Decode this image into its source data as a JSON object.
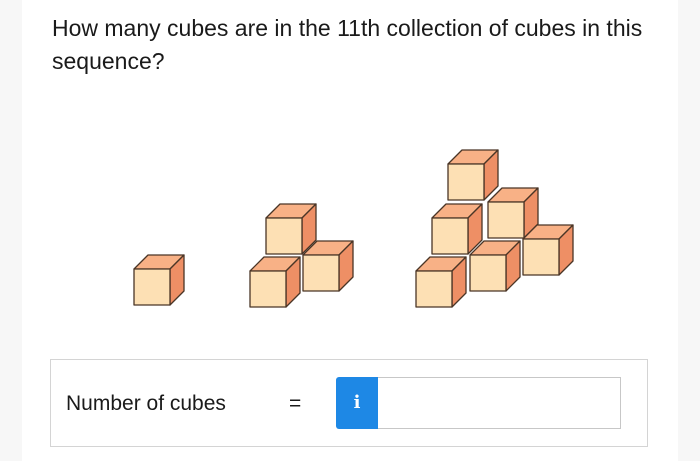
{
  "question": {
    "text": "How many cubes are in the 11th collection of cubes in this sequence?"
  },
  "figure": {
    "cube_front_color": "#fde0b4",
    "cube_top_color": "#f8b186",
    "cube_side_color": "#ee8f65",
    "cube_stroke_color": "#4a3526"
  },
  "answer": {
    "label": "Number of cubes",
    "equals": "=",
    "info_icon": "i",
    "input_value": "",
    "input_placeholder": ""
  }
}
